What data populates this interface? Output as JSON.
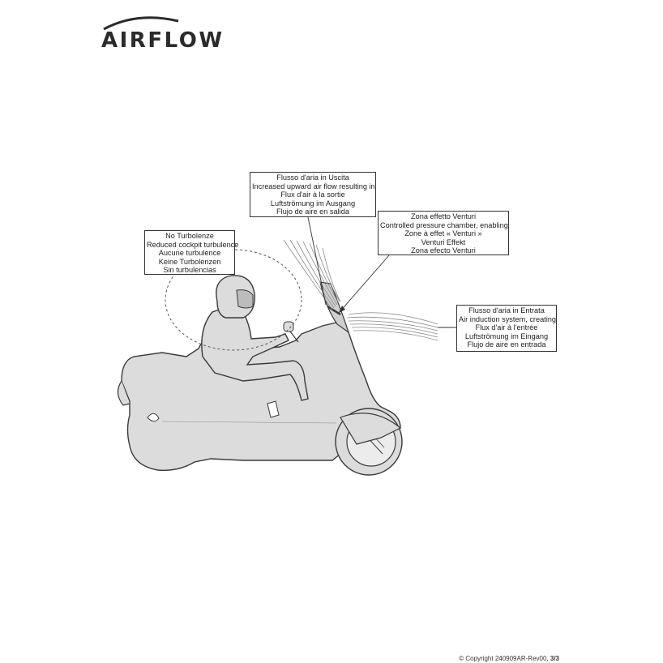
{
  "brand": {
    "logo_text": "AIRFLOW"
  },
  "labels": {
    "outflow": {
      "lines": [
        "Flusso d'aria in Uscita",
        "Increased upward air flow resulting in",
        "Flux d'air à la sortie",
        "Luftströmung im Ausgang",
        "Flujo de aire en salida"
      ]
    },
    "venturi": {
      "lines": [
        "Zona effetto Venturi",
        "Controlled pressure chamber, enabling",
        "Zone à effet « Venturi »",
        "Venturi Effekt",
        "Zona efecto Venturi"
      ]
    },
    "turbulence": {
      "lines": [
        "No Turbolenze",
        "Reduced cockpit turbulence",
        "Aucune turbulence",
        "Keine Turbolenzen",
        "Sin turbulencias"
      ]
    },
    "inflow": {
      "lines": [
        "Flusso d'aria in Entrata",
        "Air induction system, creating",
        "Flux d'air à l'entrée",
        "Luftströmung im Eingang",
        "Flujo de aire en entrada"
      ]
    }
  },
  "footer": {
    "copyright": "© Copyright 240909AR-Rev00,",
    "page": "3/3"
  },
  "colors": {
    "body_fill": "#dcdcdc",
    "outline": "#3a3a3a",
    "flow_lines": "#8a8a8a"
  }
}
